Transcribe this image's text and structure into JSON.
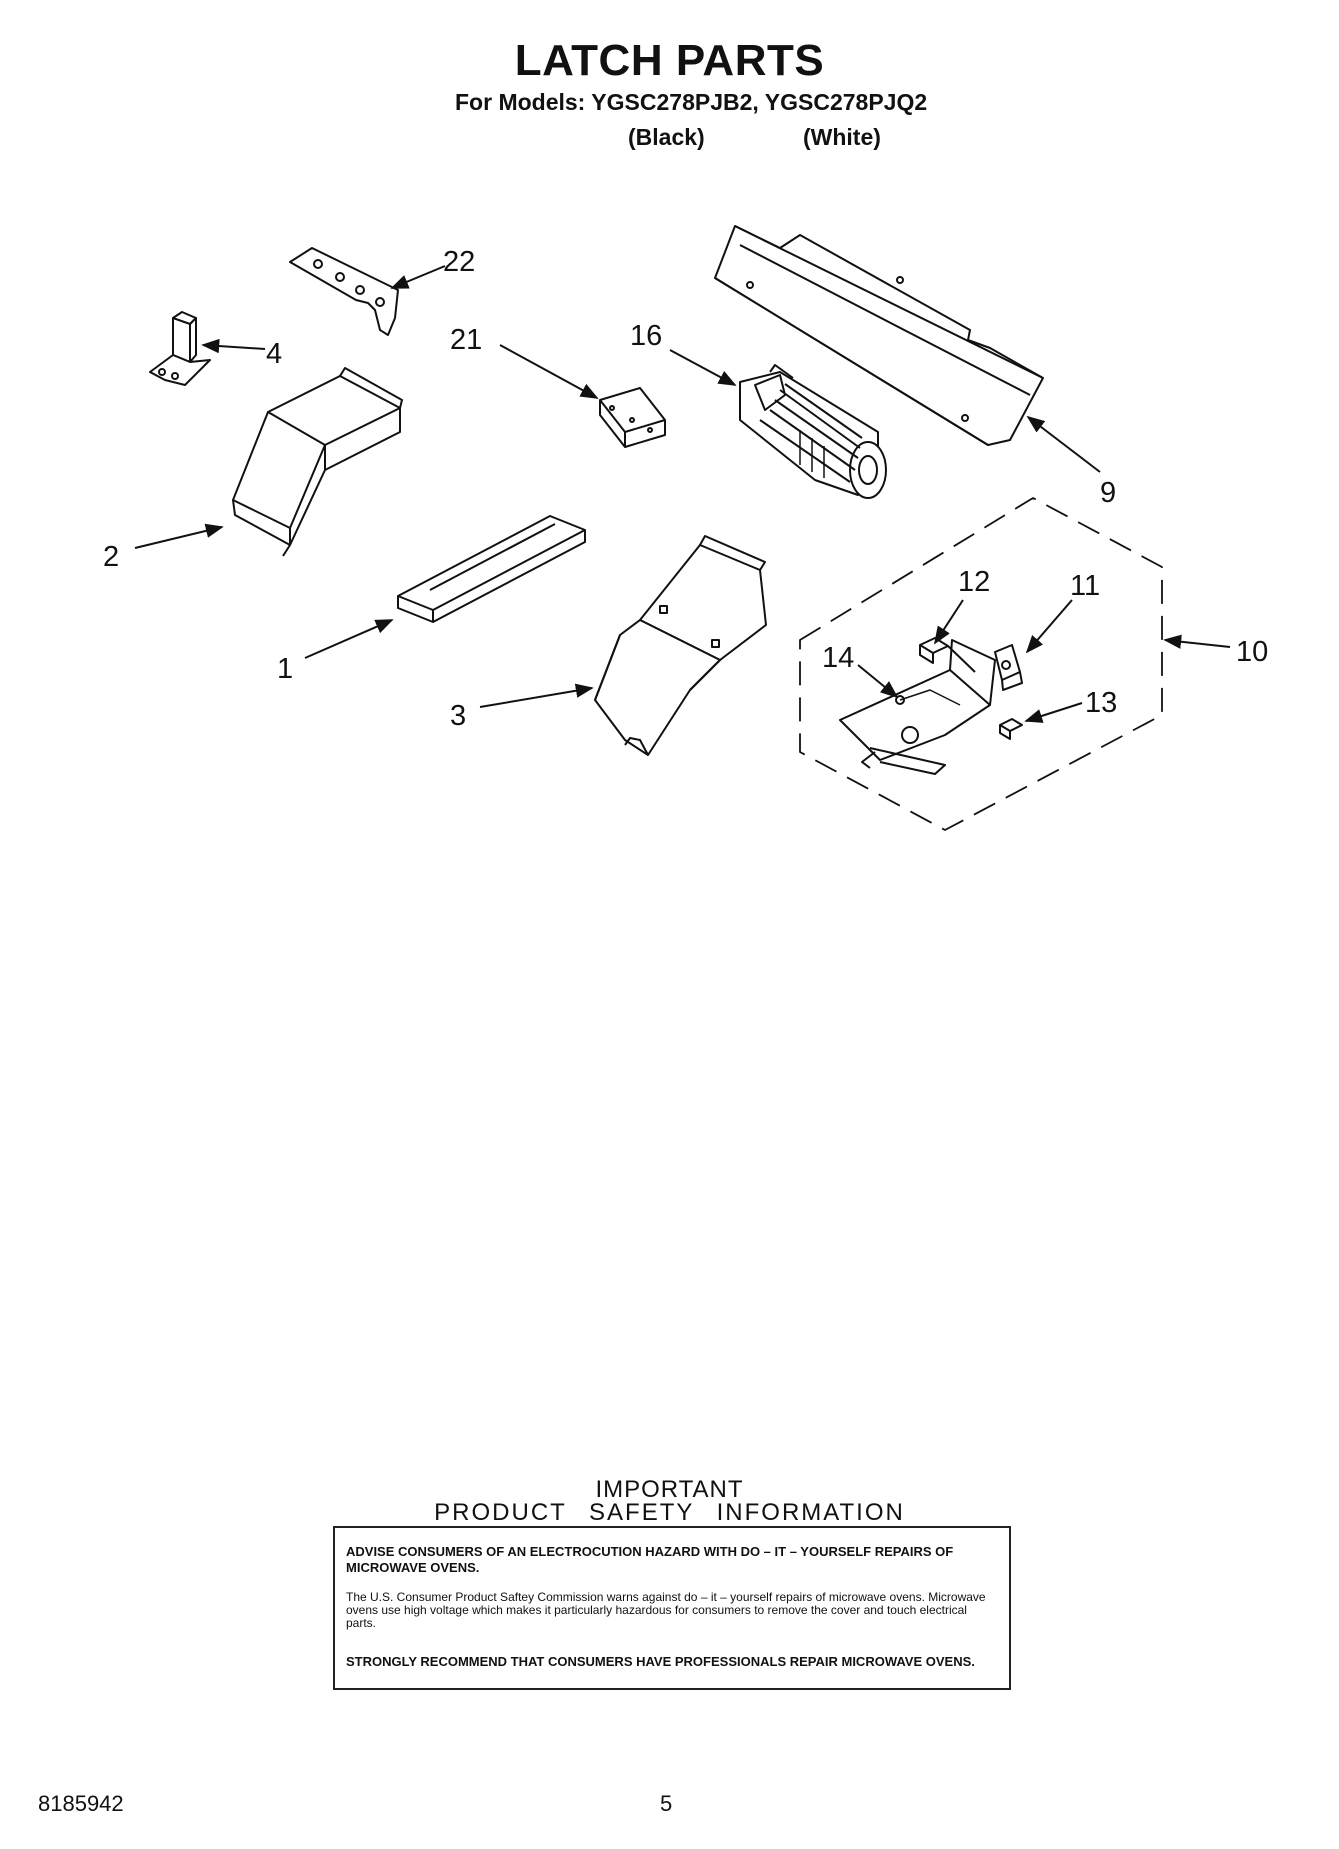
{
  "header": {
    "title": "LATCH PARTS",
    "models_line": "For Models: YGSC278PJB2, YGSC278PJQ2",
    "color_black": "(Black)",
    "color_white": "(White)"
  },
  "callouts": [
    "22",
    "4",
    "21",
    "16",
    "9",
    "2",
    "1",
    "3",
    "12",
    "11",
    "10",
    "14",
    "13"
  ],
  "safety": {
    "important": "IMPORTANT",
    "title": "PRODUCT SAFETY INFORMATION",
    "warning_heading": "ADVISE CONSUMERS OF AN ELECTROCUTION HAZARD WITH DO – IT – YOURSELF REPAIRS OF MICROWAVE OVENS.",
    "body": "The U.S. Consumer Product Saftey Commission warns against do – it – yourself repairs of microwave ovens. Microwave ovens use high voltage which makes it particularly hazardous for consumers to remove the cover and touch electrical parts.",
    "recommendation": "STRONGLY RECOMMEND THAT CONSUMERS HAVE PROFESSIONALS REPAIR MICROWAVE OVENS."
  },
  "footer": {
    "doc_number": "8185942",
    "page_number": "5"
  }
}
